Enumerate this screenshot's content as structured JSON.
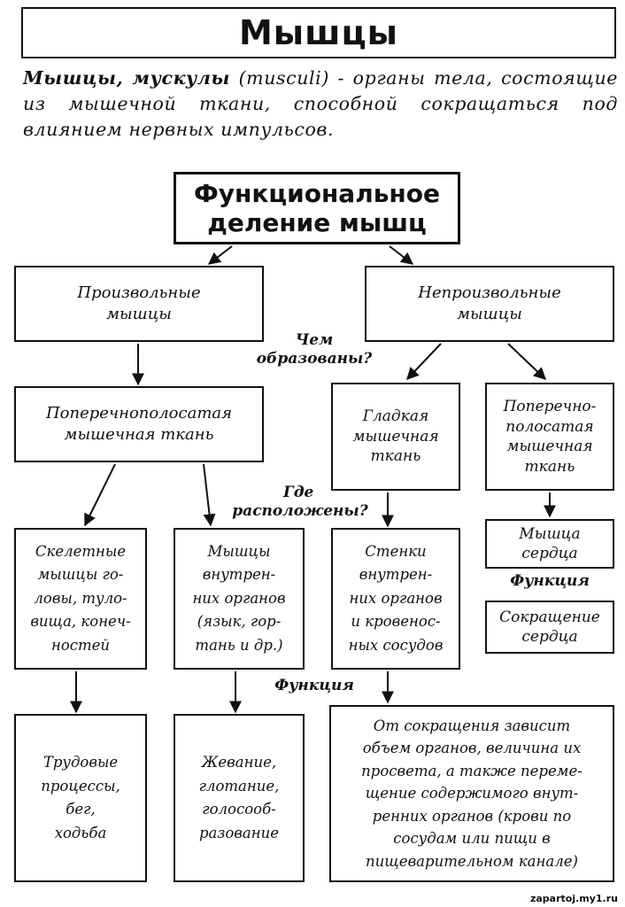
{
  "title": "Мышцы",
  "definition": {
    "term": "Мышцы, мускулы",
    "text": "(musculi) - органы тела, состоящие из мышечной ткани, способной сокращаться под влиянием нервных импульсов."
  },
  "diagram": {
    "root": [
      "Функциональное",
      "деление мышц"
    ],
    "voluntary": [
      "Произвольные",
      "мышцы"
    ],
    "involuntary": [
      "Непроизвольные",
      "мышцы"
    ],
    "striated": [
      "Поперечнополосатая",
      "мышечная ткань"
    ],
    "smooth": [
      "Гладкая",
      "мышечная",
      "ткань"
    ],
    "cardiac_tissue": [
      "Поперечно-",
      "полосатая",
      "мышечная",
      "ткань"
    ],
    "skeletal": [
      "Скелетные",
      "мышцы го-",
      "ловы, туло-",
      "вища, конеч-",
      "ностей"
    ],
    "internal": [
      "Мышцы",
      "внутрен-",
      "них органов",
      "(язык, гор-",
      "тань и др.)"
    ],
    "walls": [
      "Стенки",
      "внутрен-",
      "них органов",
      "и кровенос-",
      "ных сосудов"
    ],
    "heart": [
      "Мышца",
      "сердца"
    ],
    "heart_function": [
      "Сокращение",
      "сердца"
    ],
    "labor": [
      "Трудовые",
      "процессы,",
      "бег,",
      "ходьба"
    ],
    "chewing": [
      "Жевание,",
      "глотание,",
      "голосооб-",
      "разование"
    ],
    "walls_function": [
      "От сокращения зависит",
      "объем органов, величина их",
      "просвета, а также переме-",
      "щение содержимого внут-",
      "ренних органов (крови по",
      "сосудам или пищи в",
      "пищеварительном канале)"
    ],
    "labels": {
      "formed_by": [
        "Чем",
        "образованы?"
      ],
      "located": [
        "Где",
        "расположены?"
      ],
      "function": "Функция",
      "function_heart": "Функция"
    }
  },
  "watermark": "zapartoj.my1.ru"
}
